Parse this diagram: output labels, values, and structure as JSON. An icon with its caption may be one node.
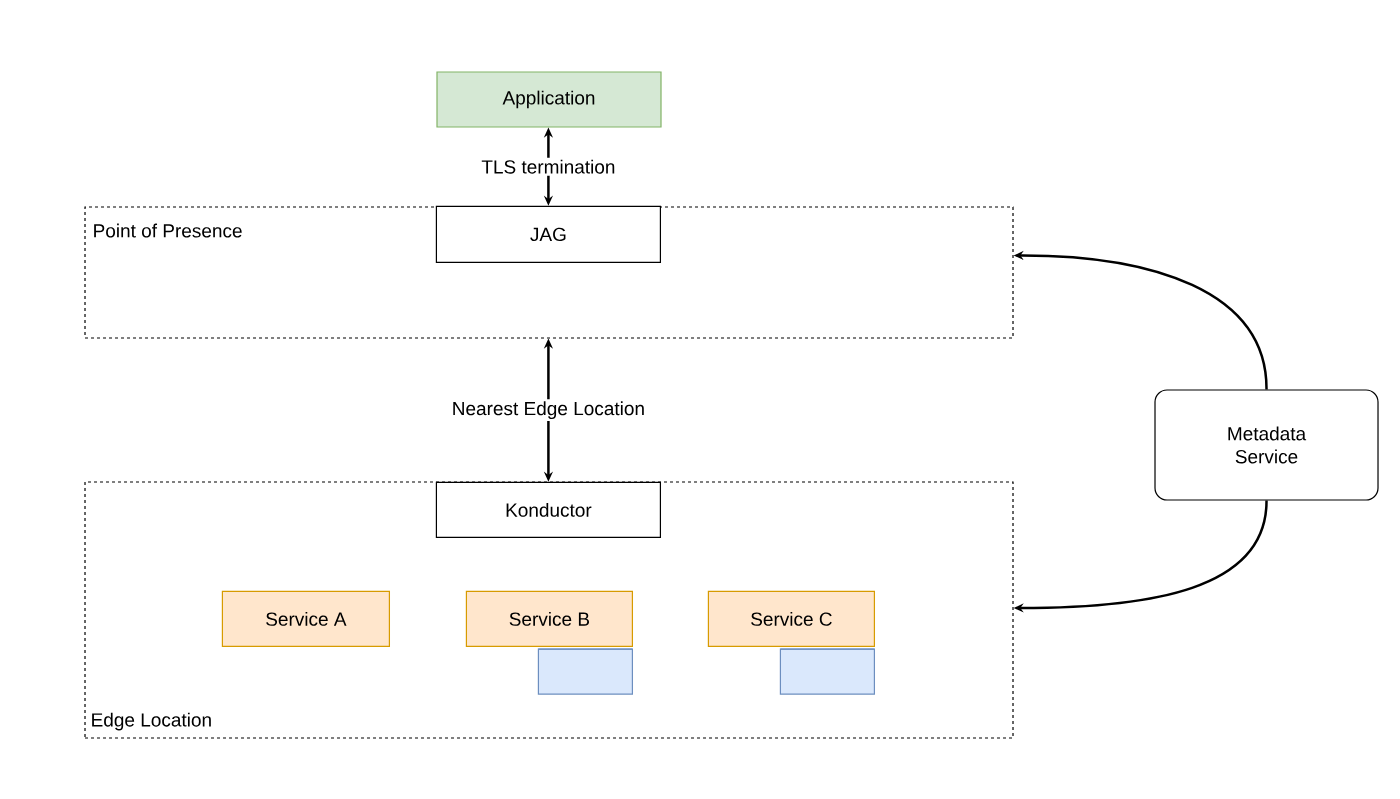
{
  "diagram": {
    "nodes": [
      {
        "text": [
          "Application"
        ]
      },
      {
        "text": [
          "Point of Presence"
        ]
      },
      {
        "text": [
          "JAG"
        ],
        "in": 1
      },
      {
        "text": [
          "Metadata Service"
        ]
      },
      {
        "text": [
          "Edge Location"
        ]
      },
      {
        "text": [
          "Konductor"
        ],
        "in": 4
      },
      {
        "text": [
          "Service A"
        ],
        "in": 4
      },
      {
        "text": [
          "Service B"
        ],
        "in": 4
      },
      {
        "text": [
          "Service C"
        ],
        "in": 4
      },
      {
        "text": [],
        "shape": "cylinder",
        "in": 4
      },
      {
        "text": [],
        "shape": "cylinder",
        "in": 4
      }
    ],
    "edges": [
      {
        "from": 0,
        "to": 2,
        "arrow": "both",
        "label": "TLS termination"
      },
      {
        "from": 1,
        "to": 5,
        "arrow": "both",
        "label": "Nearest Edge Location"
      },
      {
        "from": 3,
        "to": 1,
        "arrow": "to"
      },
      {
        "from": 3,
        "to": 4,
        "arrow": "to"
      }
    ]
  }
}
